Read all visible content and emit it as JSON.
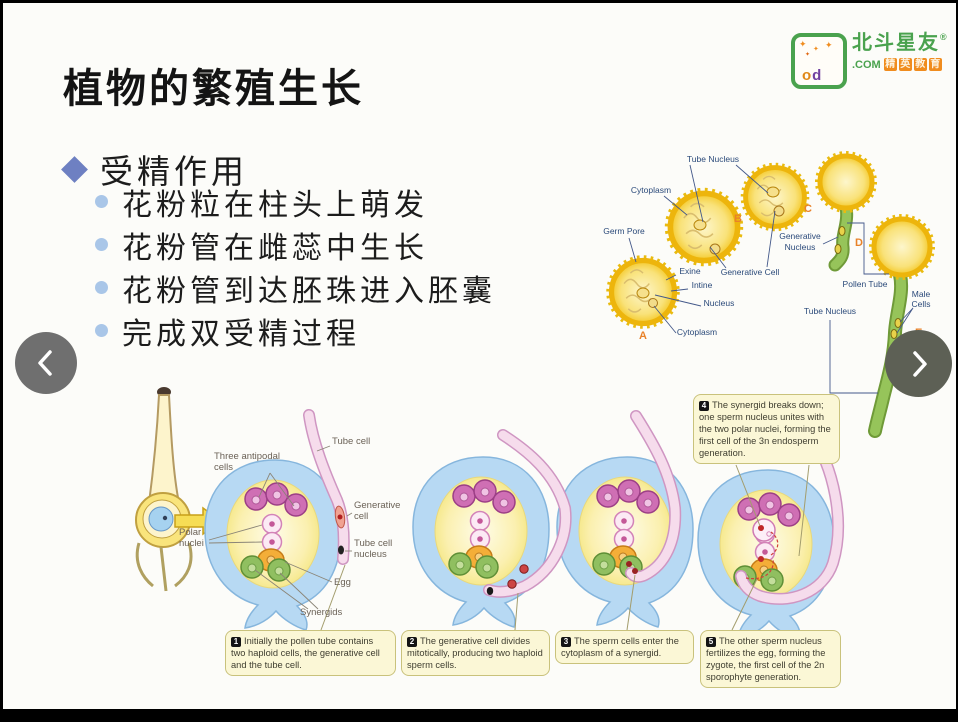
{
  "slide": {
    "title": "植物的繁殖生长",
    "heading": "受精作用",
    "points": [
      "花粉粒在柱头上萌发",
      "花粉管在雌蕊中生长",
      "花粉管到达胚珠进入胚囊",
      "完成双受精过程"
    ]
  },
  "logo": {
    "brand": "北斗星友",
    "reg": "®",
    "suffix": ".COM",
    "tagline_chars": [
      "精",
      "英",
      "教",
      "育"
    ],
    "icon_letters": [
      "o",
      "d"
    ]
  },
  "nav": {
    "prev_icon": "chevron-left",
    "next_icon": "chevron-right"
  },
  "pollen_diagram": {
    "labels": {
      "tube_nucleus_top": "Tube Nucleus",
      "cytoplasm_b": "Cytoplasm",
      "germ_pore": "Germ Pore",
      "exine": "Exine",
      "intine": "Intine",
      "nucleus": "Nucleus",
      "cytoplasm_a": "Cytoplasm",
      "generative_nucleus": [
        "Generative",
        "Nucleus"
      ],
      "generative_cell": "Generative Cell",
      "pollen_tube": "Pollen Tube",
      "tube_nucleus_bottom": "Tube Nucleus",
      "male_cells": [
        "Male",
        "Cells"
      ]
    },
    "letters": {
      "a": "A",
      "b": "B",
      "c": "C",
      "d": "D",
      "e": "E"
    }
  },
  "fertilization_diagram": {
    "labels": {
      "three_antipodal": [
        "Three antipodal",
        "cells"
      ],
      "tube_cell": "Tube cell",
      "generative_cell": [
        "Generative",
        "cell"
      ],
      "tube_cell_nucleus": [
        "Tube cell",
        "nucleus"
      ],
      "polar_nuclei": [
        "Polar",
        "nuclei"
      ],
      "egg": "Egg",
      "synergids": "Synergids"
    },
    "captions": [
      {
        "num": "1",
        "text": "Initially the pollen tube contains two haploid cells, the generative cell and the tube cell."
      },
      {
        "num": "2",
        "text": "The generative cell divides mitotically, producing two haploid sperm cells."
      },
      {
        "num": "3",
        "text": "The sperm cells enter the cytoplasm of a synergid."
      },
      {
        "num": "4",
        "text": "The synergid breaks down; one sperm nucleus unites with the two polar nuclei, forming the first cell of the 3n endosperm generation."
      },
      {
        "num": "5",
        "text": "The other sperm nucleus fertilizes the egg, forming the zygote, the first cell of the 2n sporophyte generation."
      }
    ]
  },
  "colors": {
    "accent_diamond": "#6e80c2",
    "sub_bullet": "#a9c6e8",
    "nav_circle": "#6f6f6f",
    "caption_bg": "#fbf7d6",
    "caption_border": "#c9c27c",
    "pollen_yellow": "#f5c81e",
    "tube_green": "#8cb84e",
    "sac_blue": "#b7d9f3",
    "antipodal_pink": "#cf6fb4",
    "egg_orange": "#f4ae38",
    "synergid_green": "#90bf60",
    "pollen_tube_pink": "#f6dcec",
    "label_navy": "#2b4a7a",
    "letter_orange": "#e8822a",
    "logo_green": "#4aa24e",
    "logo_orange": "#f08c1e"
  }
}
